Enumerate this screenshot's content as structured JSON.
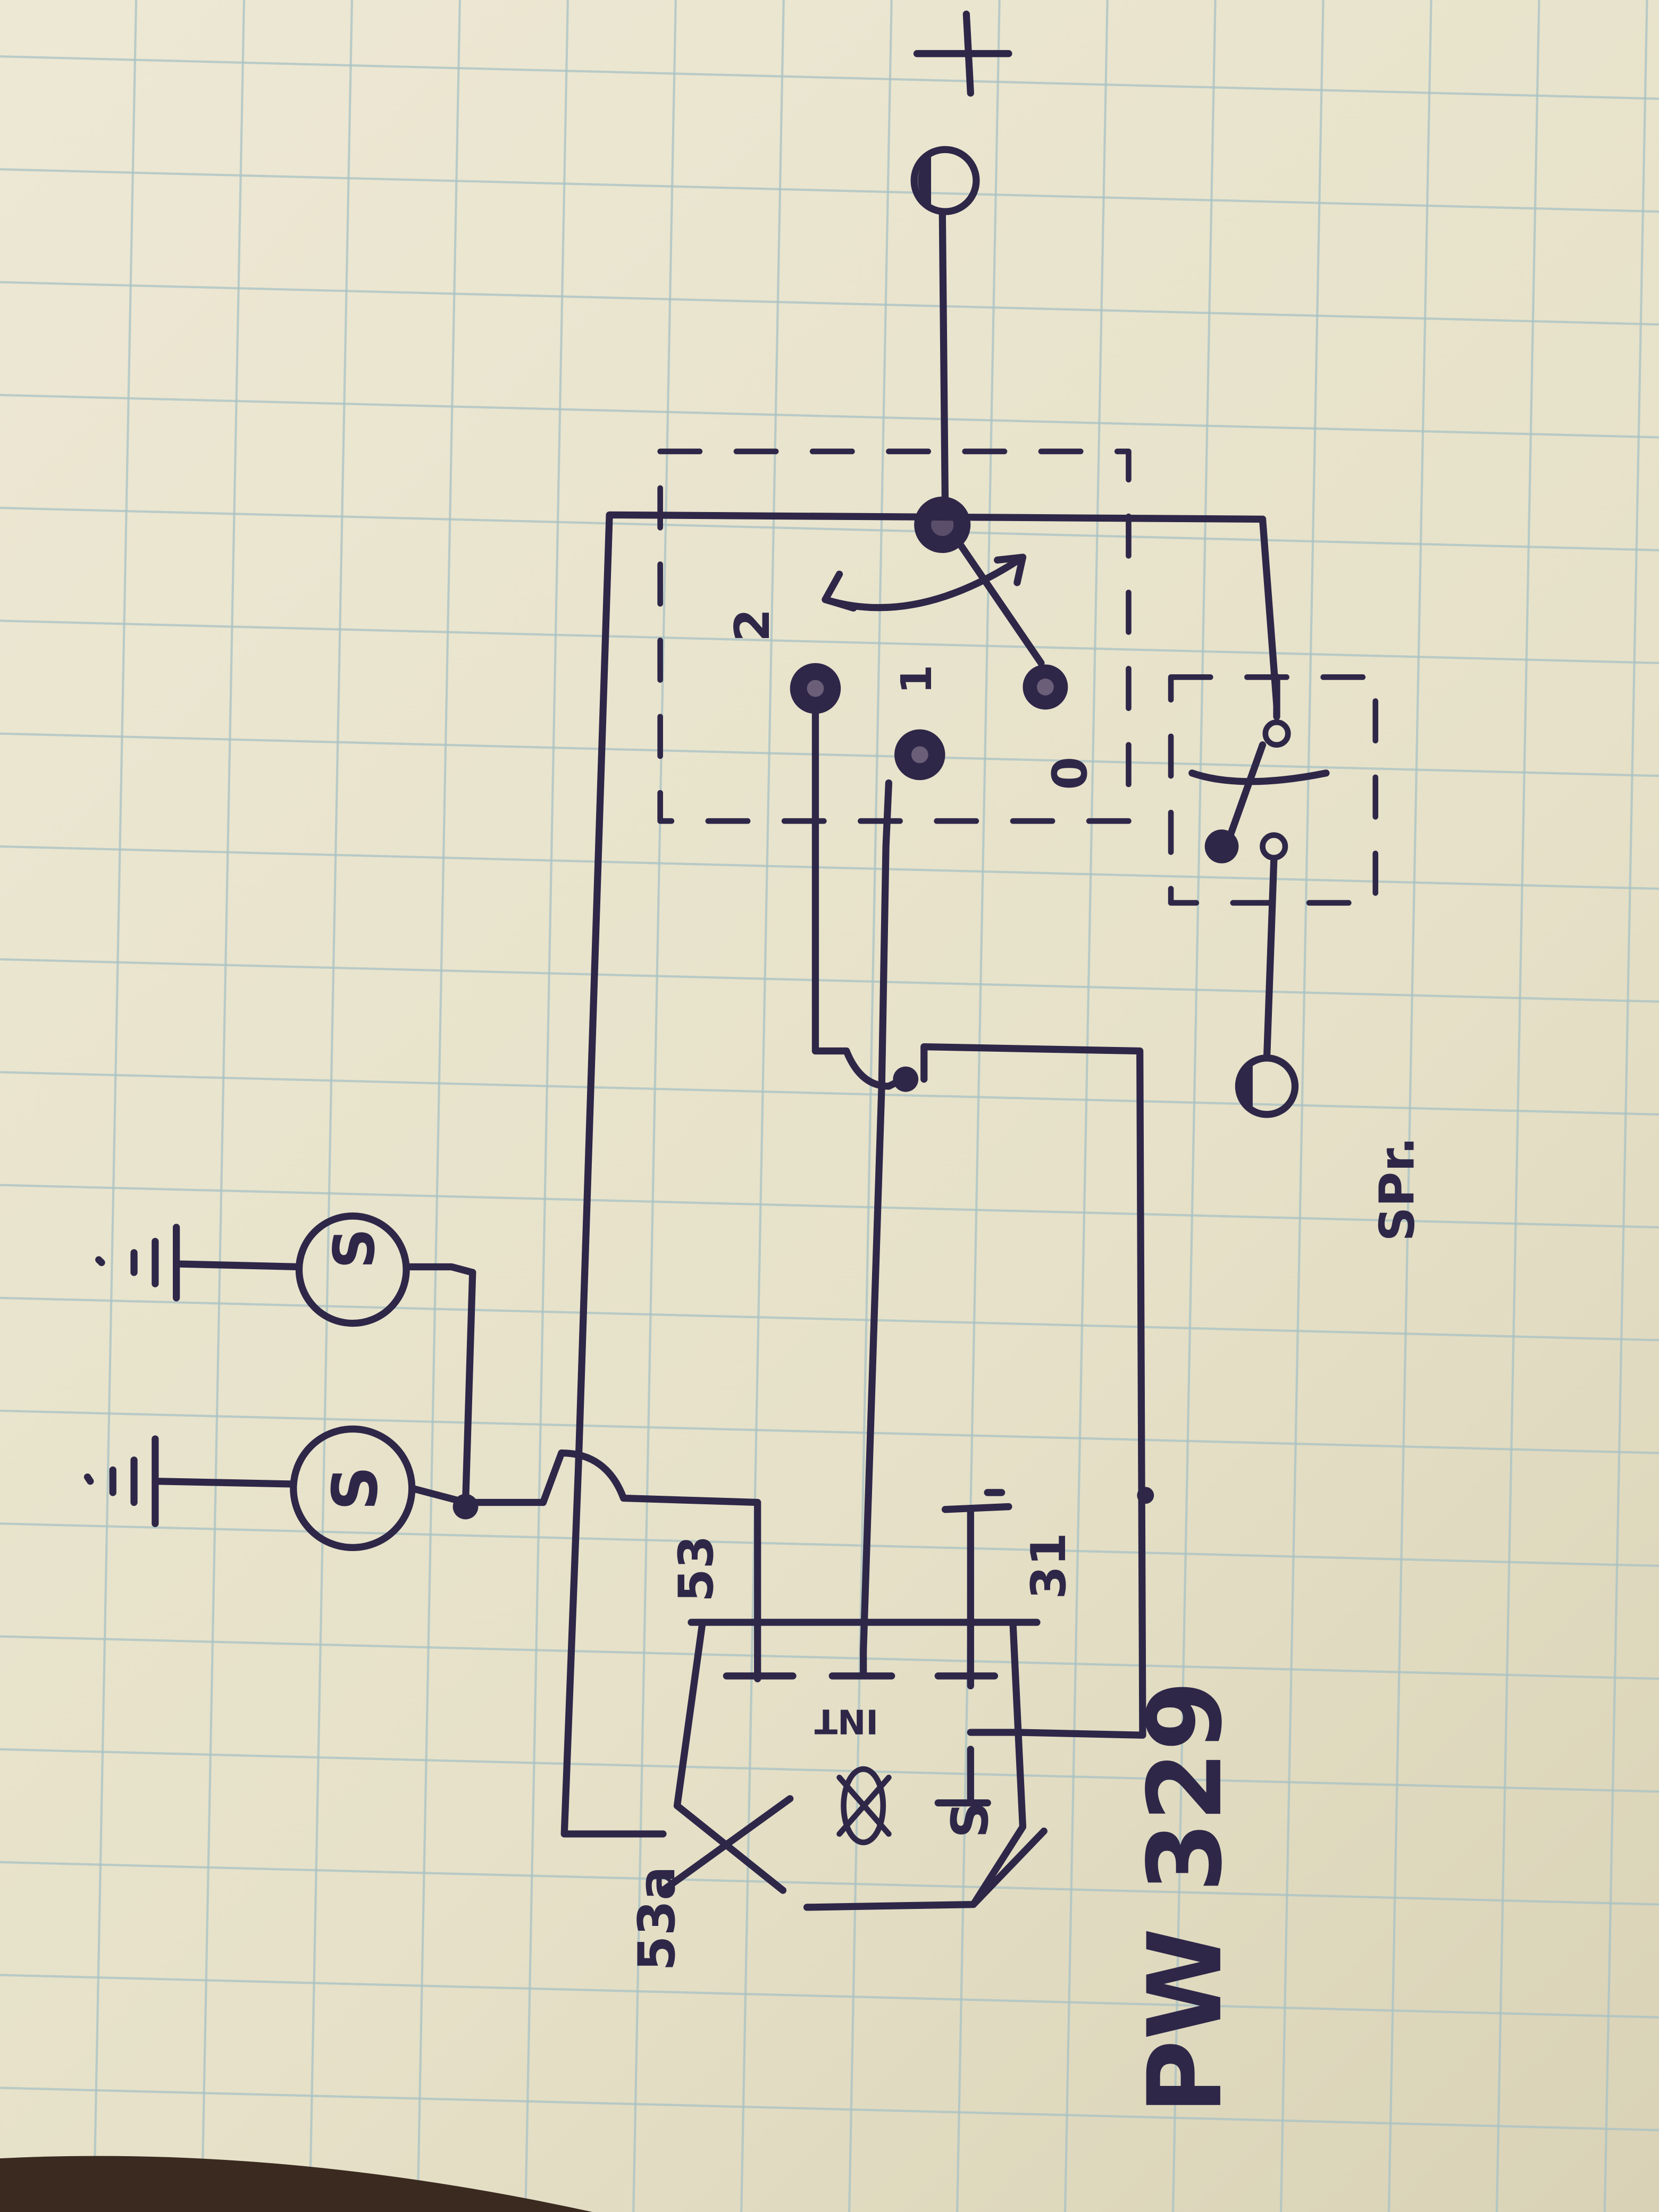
{
  "diagram": {
    "kind": "hand-drawn wiper motor wiring schematic on grid paper",
    "ink_color": "#2e2748",
    "paper_color": "#e9e4cf",
    "grid_color": "#a9c2c4",
    "labels": {
      "positive": "+",
      "switch_pos_2": "2",
      "switch_pos_1": "1",
      "switch_pos_0": "0",
      "washer_switch": "SPr.",
      "motor_1": "S",
      "motor_2": "S",
      "pin_53": "53",
      "pin_31": "31",
      "pin_int": "INT",
      "pin_53a": "53a",
      "pin_s": "S",
      "relay_name": "PW 329"
    }
  }
}
